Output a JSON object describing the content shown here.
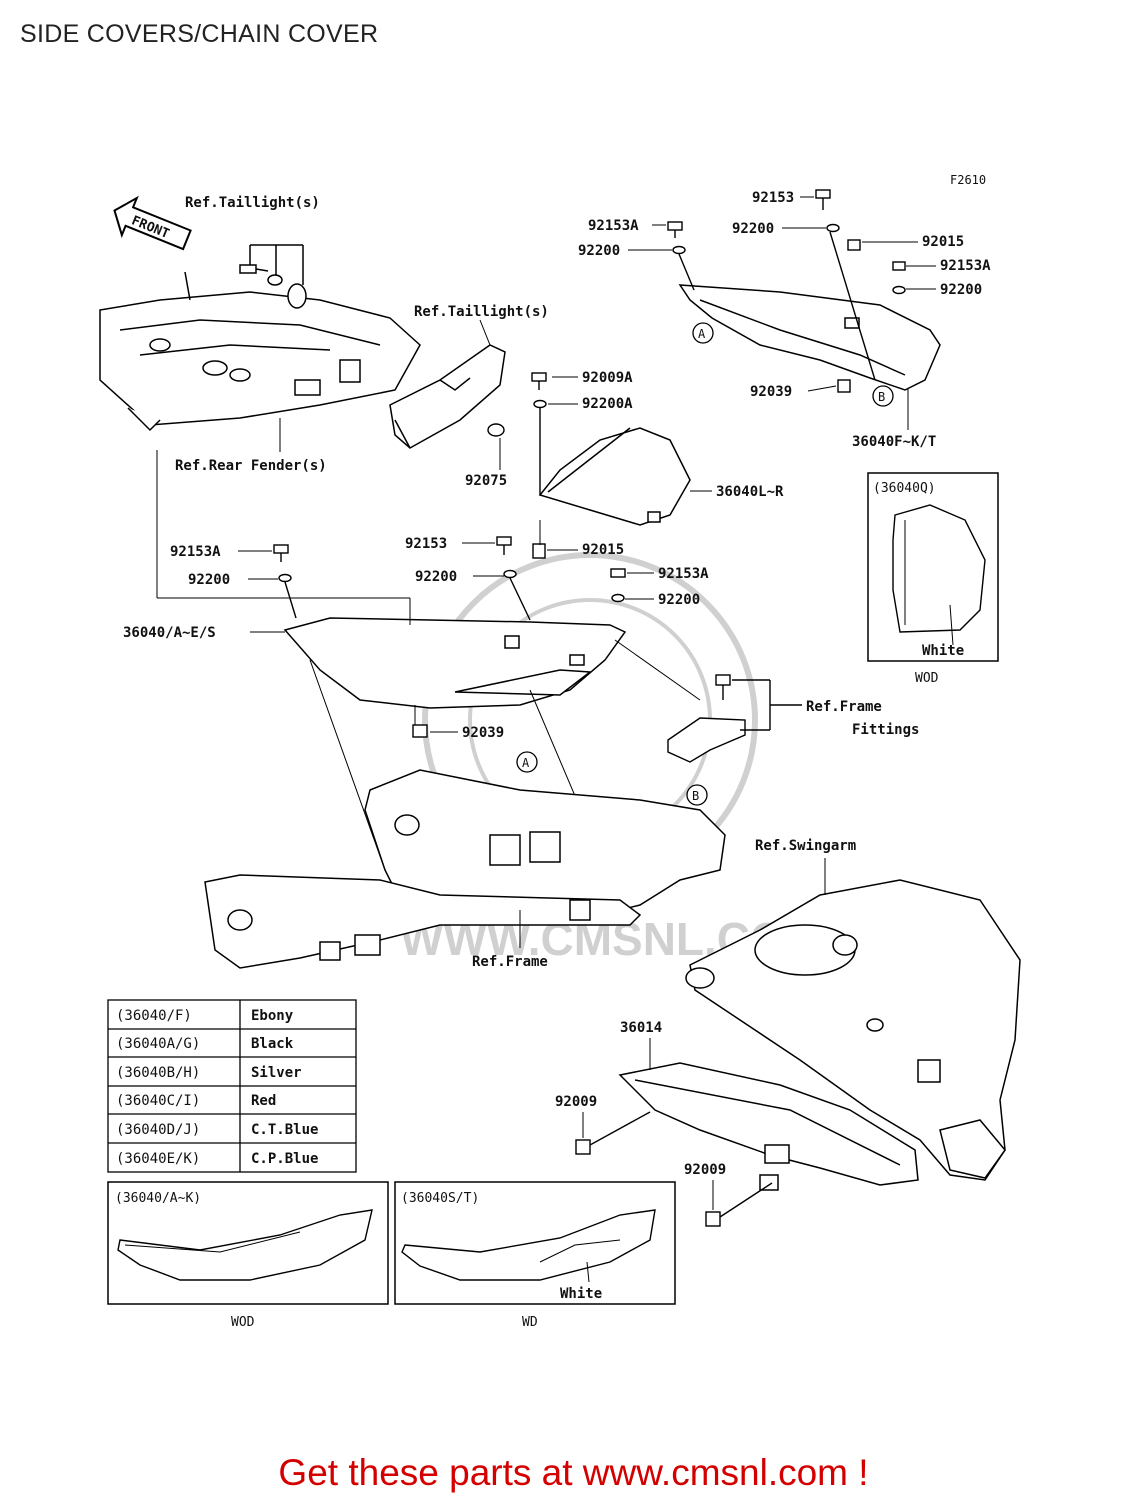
{
  "title": "SIDE COVERS/CHAIN COVER",
  "figure_code": "F2610",
  "front_arrow": "FRONT",
  "watermark": "WWW.CMSNL.COM",
  "callouts": {
    "ref_taillight_1": "Ref.Taillight(s)",
    "ref_taillight_2": "Ref.Taillight(s)",
    "ref_rear_fender": "Ref.Rear Fender(s)",
    "ref_frame_fittings_1": "Ref.Frame",
    "ref_frame_fittings_2": "Fittings",
    "ref_swingarm": "Ref.Swingarm",
    "ref_frame": "Ref.Frame",
    "p92153_top": "92153",
    "p92153a_top": "92153A",
    "p92200_top_right": "92200",
    "p92200_top_left": "92200",
    "p92015_top": "92015",
    "p92153a_right": "92153A",
    "p92200_right": "92200",
    "p92039_top": "92039",
    "p36040fkt": "36040F~K/T",
    "p92009a": "92009A",
    "p92200a": "92200A",
    "p92075": "92075",
    "p36040lr": "36040L~R",
    "p92153a_left": "92153A",
    "p92200_left": "92200",
    "p92153_mid": "92153",
    "p92015_mid": "92015",
    "p92200_mid": "92200",
    "p92153a_mid": "92153A",
    "p92200_mid_right": "92200",
    "p36040ae_s": "36040/A~E/S",
    "p92039_mid": "92039",
    "p36014": "36014",
    "p92009_left": "92009",
    "p92009_right": "92009",
    "marker_a": "A",
    "marker_b": "B"
  },
  "inset_36040q": {
    "title": "(36040Q)",
    "color_label": "White",
    "caption": "WOD"
  },
  "color_table": [
    {
      "code": "(36040/F)",
      "color": "Ebony"
    },
    {
      "code": "(36040A/G)",
      "color": "Black"
    },
    {
      "code": "(36040B/H)",
      "color": "Silver"
    },
    {
      "code": "(36040C/I)",
      "color": "Red"
    },
    {
      "code": "(36040D/J)",
      "color": "C.T.Blue"
    },
    {
      "code": "(36040E/K)",
      "color": "C.P.Blue"
    }
  ],
  "inset_ak": {
    "title": "(36040/A~K)",
    "caption": "WOD"
  },
  "inset_st": {
    "title": "(36040S/T)",
    "color_label": "White",
    "caption": "WD"
  },
  "footer": "Get these parts at www.cmsnl.com !"
}
